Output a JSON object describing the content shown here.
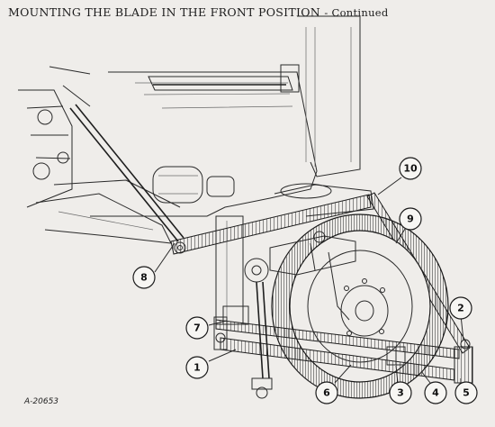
{
  "document": {
    "title": "MOUNTING THE BLADE IN THE FRONT POSITION",
    "title_suffix": "- Continued",
    "figure_id": "A-20653"
  },
  "callouts": [
    {
      "number": "1"
    },
    {
      "number": "2"
    },
    {
      "number": "3"
    },
    {
      "number": "4"
    },
    {
      "number": "5"
    },
    {
      "number": "6"
    },
    {
      "number": "7"
    },
    {
      "number": "8"
    },
    {
      "number": "9"
    },
    {
      "number": "10"
    }
  ]
}
